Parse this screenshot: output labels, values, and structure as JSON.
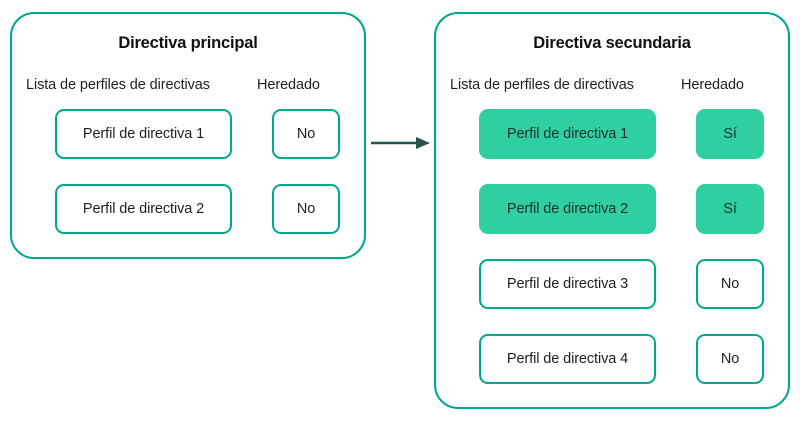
{
  "panels": [
    {
      "id": "primary",
      "title": "Directiva principal",
      "headers": {
        "profiles": "Lista de perfiles de directivas",
        "inherited": "Heredado"
      },
      "rows": [
        {
          "profile": "Perfil de directiva 1",
          "inherited": "No",
          "highlighted": false
        },
        {
          "profile": "Perfil de directiva 2",
          "inherited": "No",
          "highlighted": false
        }
      ]
    },
    {
      "id": "secondary",
      "title": "Directiva secundaria",
      "headers": {
        "profiles": "Lista de perfiles de directivas",
        "inherited": "Heredado"
      },
      "rows": [
        {
          "profile": "Perfil de directiva 1",
          "inherited": "Sí",
          "highlighted": true
        },
        {
          "profile": "Perfil de directiva 2",
          "inherited": "Sí",
          "highlighted": true
        },
        {
          "profile": "Perfil de directiva 3",
          "inherited": "No",
          "highlighted": false
        },
        {
          "profile": "Perfil de directiva 4",
          "inherited": "No",
          "highlighted": false
        }
      ]
    }
  ],
  "connector": {
    "icon": "arrow-right-icon",
    "direction": "right",
    "from": "primary",
    "to": "secondary"
  },
  "colors": {
    "panel_border": "#00a98a",
    "chip_border": "#00a98a",
    "chip_fill_highlighted": "#30cfa1",
    "arrow": "#24544e",
    "text": "#1f1f1f",
    "background": "#ffffff"
  }
}
